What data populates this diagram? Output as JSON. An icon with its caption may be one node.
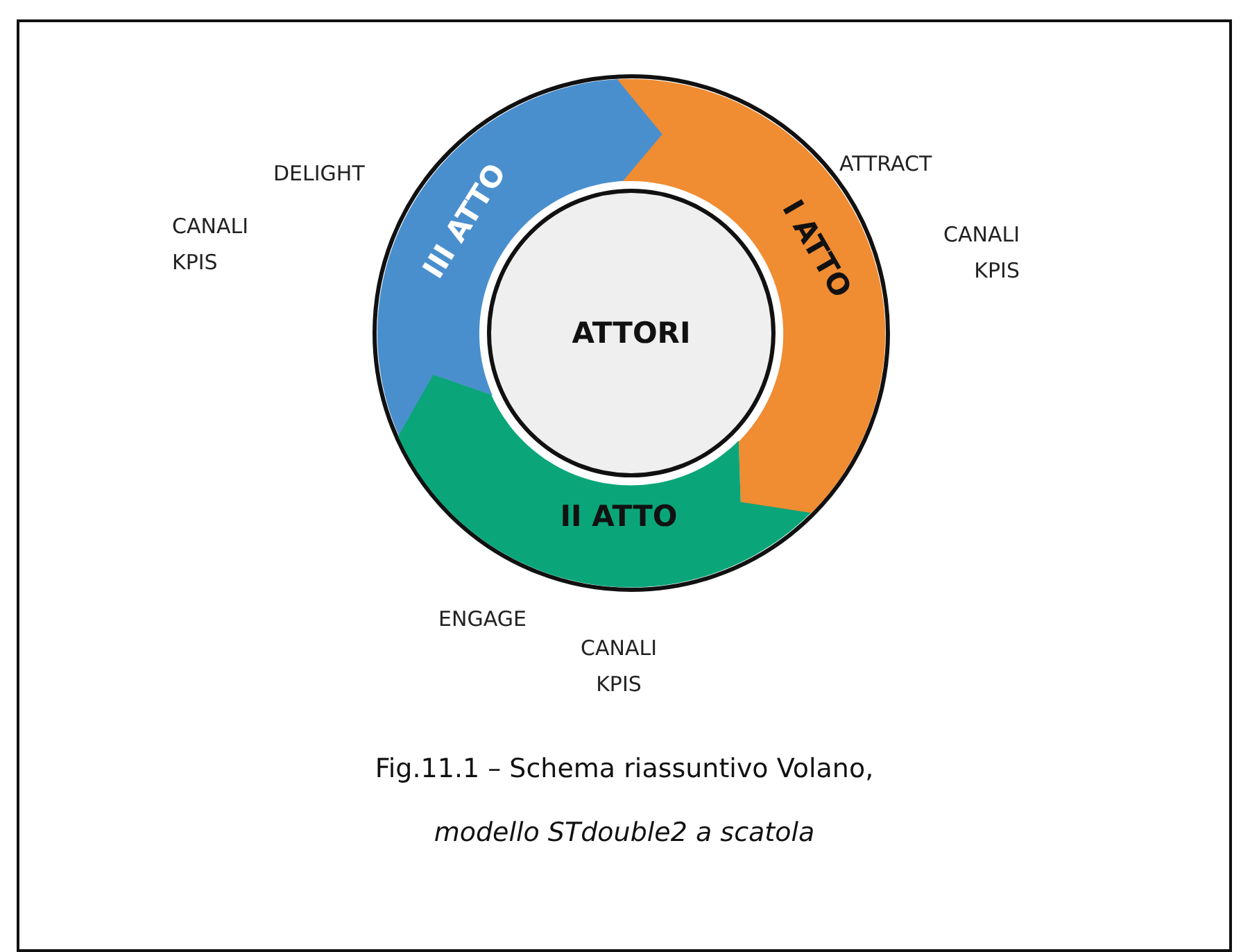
{
  "diagram": {
    "caption": "Fig.11.1 – Schema riassuntivo Volano, *modello STdouble2 a scatola*",
    "nodes": [
      {
        "text": [
          "III ATTO"
        ],
        "beside": [
          "DELIGHT",
          "CANALI KPIS"
        ]
      },
      {
        "text": [
          "I ATTO"
        ],
        "beside": [
          "ATTRACT",
          "CANALI KPIS"
        ]
      },
      {
        "text": [
          "ATTORI"
        ]
      },
      {
        "text": [
          "II ATTO"
        ],
        "beside": [
          "ENGAGE",
          "CANALI KPIS"
        ]
      }
    ]
  }
}
